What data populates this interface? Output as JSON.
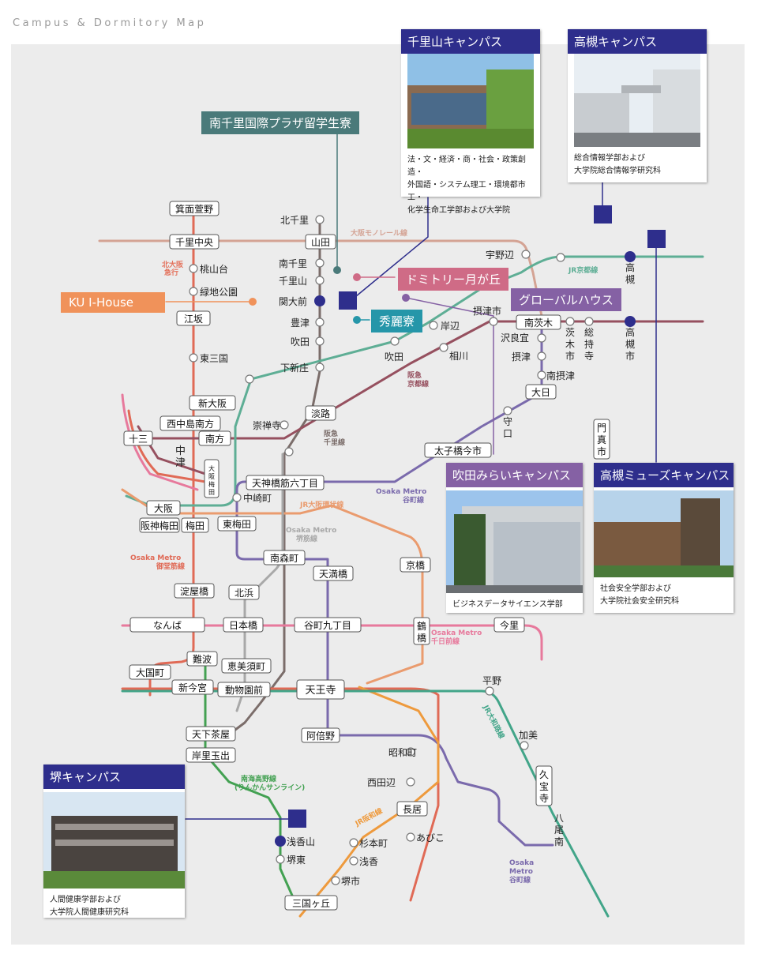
{
  "title": "Campus & Dormitory Map",
  "colors": {
    "campus_header": "#2e2e8c",
    "monorail": "#d4a394",
    "kita_osaka": "#e4715b",
    "hankyu_senri": "#7b6d6a",
    "hankyu_kyoto": "#96505f",
    "jr_kyoto": "#5eae95",
    "metro_tanimachi": "#7a6aac",
    "jr_loop": "#ea9b6e",
    "metro_sakaisuji": "#a8a8a8",
    "metro_midosuji": "#e06a56",
    "metro_sennichimae": "#e7799c",
    "nankai_koya": "#43a152",
    "jr_hanwa": "#ee9a3d",
    "jr_yamatoji": "#42a589"
  },
  "campuses": [
    {
      "name": "千里山キャンパス",
      "desc": [
        "法・文・経済・商・社会・政策創造・",
        "外国語・システム理工・環境都市工・",
        "化学生命工学部および大学院"
      ]
    },
    {
      "name": "高槻キャンパス",
      "desc": [
        "総合情報学部および",
        "大学院総合情報学研究科"
      ]
    },
    {
      "name": "吹田みらいキャンパス",
      "desc": [
        "ビジネスデータサイエンス学部"
      ]
    },
    {
      "name": "高槻ミューズキャンパス",
      "desc": [
        "社会安全学部および",
        "大学院社会安全研究科"
      ]
    },
    {
      "name": "堺キャンパス",
      "desc": [
        "人間健康学部および",
        "大学院人間健康研究科"
      ]
    }
  ],
  "dorms": [
    {
      "name": "南千里国際プラザ留学生寮",
      "color": "#4a7a7a"
    },
    {
      "name": "KU I-House",
      "color": "#f0925a"
    },
    {
      "name": "ドミトリー月が丘",
      "color": "#cf6b86"
    },
    {
      "name": "秀麗寮",
      "color": "#2596a9"
    },
    {
      "name": "グローバルハウス",
      "color": "#8561a4"
    }
  ],
  "lines": [
    {
      "name": "大阪モノレール線",
      "color": "#d4a394"
    },
    {
      "name": "北大阪\n急行",
      "color": "#e4715b"
    },
    {
      "name": "JR京都線",
      "color": "#5eae95"
    },
    {
      "name": "阪急\n京都線",
      "color": "#96505f"
    },
    {
      "name": "阪急\n千里線",
      "color": "#7b6d6a"
    },
    {
      "name": "Osaka Metro\n谷町線",
      "color": "#7a6aac"
    },
    {
      "name": "JR大阪環状線",
      "color": "#ea9b6e"
    },
    {
      "name": "Osaka Metro\n堺筋線",
      "color": "#a8a8a8"
    },
    {
      "name": "Osaka Metro\n御堂筋線",
      "color": "#e06a56"
    },
    {
      "name": "Osaka Metro\n千日前線",
      "color": "#e06a56"
    },
    {
      "name": "南海高野線\n(りんかんサンライン)",
      "color": "#43a152"
    },
    {
      "name": "JR阪和線",
      "color": "#ee9a3d"
    },
    {
      "name": "JR大和路線",
      "color": "#42a589"
    },
    {
      "name": "Osaka Metro\n谷町線",
      "color": "#7a6aac"
    }
  ],
  "stations": {
    "boxed": [
      "箕面萱野",
      "千里中央",
      "江坂",
      "新大阪",
      "西中島南方",
      "十三",
      "南方",
      "大阪梅田",
      "大阪",
      "阪神梅田",
      "梅田",
      "東梅田",
      "天神橋筋六丁目",
      "淡路",
      "山田",
      "南茨木",
      "大日",
      "太子橋今市",
      "南森町",
      "天満橋",
      "北浜",
      "京橋",
      "淀屋橋",
      "なんば",
      "日本橋",
      "谷町九丁目",
      "鶴橋",
      "今里",
      "大国町",
      "難波",
      "恵美須町",
      "新今宮",
      "動物園前",
      "天王寺",
      "天下茶屋",
      "阿倍野",
      "岸里玉出",
      "長居",
      "三国ヶ丘",
      "門真市"
    ],
    "plain": [
      "北千里",
      "桃山台",
      "緑地公園",
      "東三国",
      "南千里",
      "千里山",
      "関大前",
      "豊津",
      "吹田",
      "下新庄",
      "崇禅寺",
      "中津",
      "中崎町",
      "宇野辺",
      "岸辺",
      "吹田",
      "相川",
      "摂津市",
      "沢良宜",
      "摂津",
      "南摂津",
      "茨木市",
      "総持寺",
      "高槻",
      "高槻市",
      "守口",
      "平野",
      "加美",
      "久宝寺",
      "八尾南",
      "昭和町",
      "西田辺",
      "あびこ",
      "浅香山",
      "堺東",
      "杉本町",
      "浅香",
      "堺市"
    ]
  }
}
